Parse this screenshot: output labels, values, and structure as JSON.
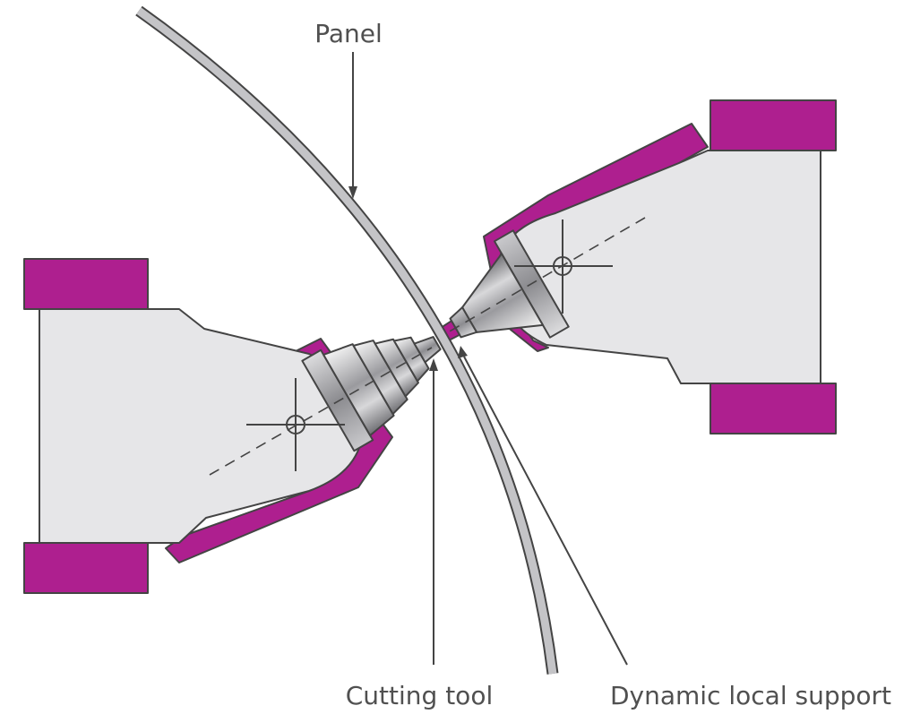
{
  "labels": {
    "panel": "Panel",
    "cutting_tool": "Cutting tool",
    "dynamic_local_support": "Dynamic local support"
  },
  "colors": {
    "magenta": "#ae1f8f",
    "body_gray": "#e6e6e8",
    "panel_gray": "#bfbfc2",
    "outline": "#444444",
    "label_text": "#505050"
  }
}
